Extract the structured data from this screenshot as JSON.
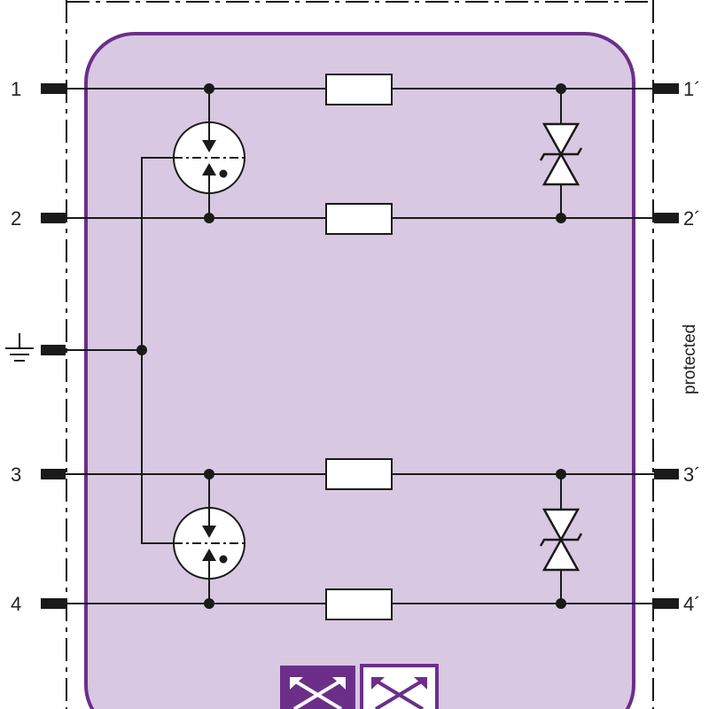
{
  "colors": {
    "housing_fill": "#d9c8e1",
    "housing_stroke": "#6b2f8a",
    "line": "#1a1a1a",
    "icon_fill_dark": "#6b2f8a",
    "icon_fill_light": "#ffffff"
  },
  "terminals_left": [
    "1",
    "2",
    "3",
    "4"
  ],
  "terminals_right": [
    "1´",
    "2´",
    "3´",
    "4´"
  ],
  "protected_label": "protected",
  "ground_symbol": "ground-icon"
}
